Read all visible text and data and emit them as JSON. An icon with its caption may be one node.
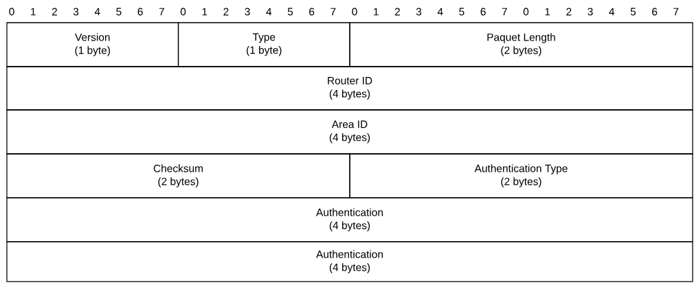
{
  "diagram": {
    "nodes": [
      {
        "text": [
          "Version",
          "(1 byte)"
        ]
      },
      {
        "text": [
          "Type",
          "(1 byte)"
        ]
      },
      {
        "text": [
          "Paquet Length",
          "(2 bytes)"
        ]
      },
      {
        "text": [
          "Router ID",
          "(4 bytes)"
        ]
      },
      {
        "text": [
          "Area ID",
          "(4 bytes)"
        ]
      },
      {
        "text": [
          "Checksum",
          "(2 bytes)"
        ]
      },
      {
        "text": [
          "Authentication Type",
          "(2 bytes)"
        ]
      },
      {
        "text": [
          "Authentication",
          "(4 bytes)"
        ]
      },
      {
        "text": [
          "Authentication",
          "(4 bytes)"
        ]
      }
    ],
    "labels": [
      "0",
      "1",
      "2",
      "3",
      "4",
      "5",
      "6",
      "7",
      "0",
      "1",
      "2",
      "3",
      "4",
      "5",
      "6",
      "7",
      "0",
      "1",
      "2",
      "3",
      "4",
      "5",
      "6",
      "7",
      "0",
      "1",
      "2",
      "3",
      "4",
      "5",
      "6",
      "7"
    ]
  }
}
